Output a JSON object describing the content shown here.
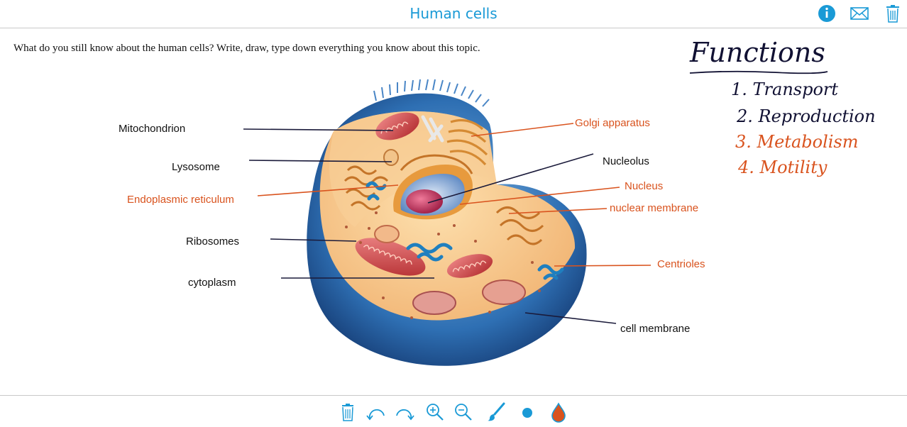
{
  "header": {
    "title": "Human cells",
    "icons": [
      "info-icon",
      "mail-icon",
      "trash-icon"
    ]
  },
  "prompt": "What do you still know about the human cells? Write, draw, type down everything you know about this topic.",
  "diagram": {
    "labels": {
      "mitochondrion": "Mitochondrion",
      "lysosome": "Lysosome",
      "endoplasmic_reticulum": "Endoplasmic reticulum",
      "ribosomes": "Ribosomes",
      "cytoplasm": "cytoplasm",
      "golgi_apparatus": "Golgi apparatus",
      "nucleolus": "Nucleolus",
      "nucleus": "Nucleus",
      "nuclear_membrane": "nuclear membrane",
      "centrioles": "Centrioles",
      "cell_membrane": "cell membrane"
    },
    "colors": {
      "black_label": "#111111",
      "orange_label": "#d9531e",
      "black_line": "#1a1a3a",
      "orange_line": "#d9531e"
    }
  },
  "handwriting": {
    "heading": "Functions",
    "items": [
      "1. Transport",
      "2. Reproduction",
      "3. Metabolism",
      "4. Motility"
    ],
    "colors": [
      "#111133",
      "#111133",
      "#d9531e",
      "#d9531e"
    ]
  },
  "toolbar": {
    "tools": [
      "trash-icon",
      "undo-icon",
      "redo-icon",
      "zoom-in-icon",
      "zoom-out-icon",
      "brush-icon",
      "dot-size-icon",
      "color-drop-icon"
    ],
    "colors": {
      "tool": "#1a9ad6",
      "drop": "#d9531e"
    }
  }
}
